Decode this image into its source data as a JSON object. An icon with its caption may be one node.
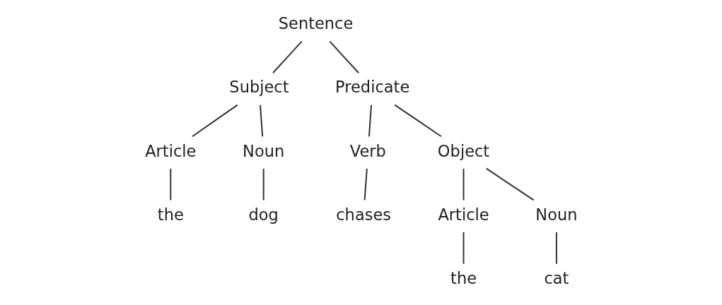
{
  "diagram": {
    "nodes": [
      {
        "text": [
          "Sentence"
        ]
      },
      {
        "text": [
          "Subject"
        ]
      },
      {
        "text": [
          "Predicate"
        ]
      },
      {
        "text": [
          "Article"
        ]
      },
      {
        "text": [
          "Noun"
        ]
      },
      {
        "text": [
          "Verb"
        ]
      },
      {
        "text": [
          "Object"
        ]
      },
      {
        "text": [
          "the"
        ]
      },
      {
        "text": [
          "dog"
        ]
      },
      {
        "text": [
          "chases"
        ]
      },
      {
        "text": [
          "Article"
        ]
      },
      {
        "text": [
          "Noun"
        ]
      },
      {
        "text": [
          "the"
        ]
      },
      {
        "text": [
          "cat"
        ]
      }
    ],
    "edges": [
      {
        "from": 0,
        "to": 1,
        "arrow": "none"
      },
      {
        "from": 0,
        "to": 2,
        "arrow": "none"
      },
      {
        "from": 1,
        "to": 3,
        "arrow": "none"
      },
      {
        "from": 1,
        "to": 4,
        "arrow": "none"
      },
      {
        "from": 2,
        "to": 5,
        "arrow": "none"
      },
      {
        "from": 2,
        "to": 6,
        "arrow": "none"
      },
      {
        "from": 3,
        "to": 7,
        "arrow": "none"
      },
      {
        "from": 4,
        "to": 8,
        "arrow": "none"
      },
      {
        "from": 5,
        "to": 9,
        "arrow": "none"
      },
      {
        "from": 6,
        "to": 10,
        "arrow": "none"
      },
      {
        "from": 6,
        "to": 11,
        "arrow": "none"
      },
      {
        "from": 10,
        "to": 12,
        "arrow": "none"
      },
      {
        "from": 11,
        "to": 13,
        "arrow": "none"
      }
    ]
  }
}
